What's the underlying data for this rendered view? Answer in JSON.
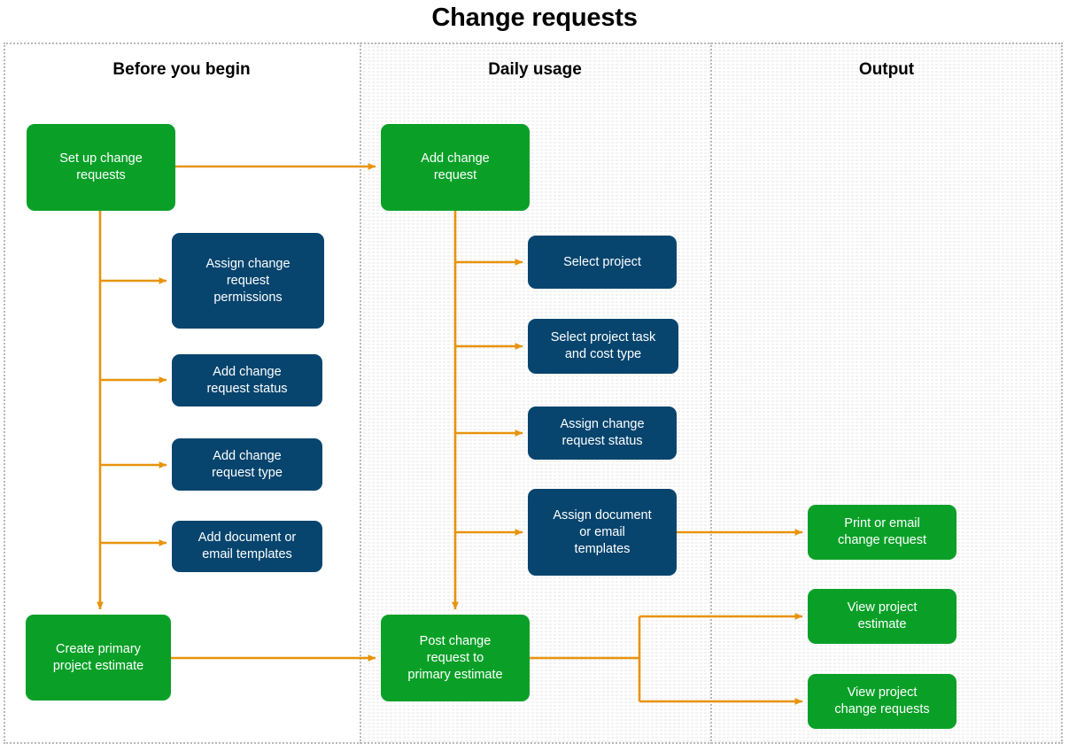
{
  "title": "Change requests",
  "colors": {
    "green": "#0AA028",
    "navy": "#07456E",
    "arrow": "#E8930C",
    "lane_divider": "#b9b9b9",
    "lane_shaded": "#f2f2f2",
    "title_text": "#000000",
    "node_text": "#ffffff"
  },
  "lanes": [
    {
      "id": "before",
      "label": "Before you begin",
      "shaded": false
    },
    {
      "id": "daily",
      "label": "Daily usage",
      "shaded": true
    },
    {
      "id": "output",
      "label": "Output",
      "shaded": true
    }
  ],
  "chart_data": {
    "type": "diagram",
    "title": "Change requests",
    "lanes": [
      "Before you begin",
      "Daily usage",
      "Output"
    ],
    "nodes": [
      {
        "id": "n1",
        "lane": "before",
        "kind": "green",
        "label": "Set up change\nrequests"
      },
      {
        "id": "n2",
        "lane": "before",
        "kind": "navy",
        "label": "Assign change\nrequest\npermissions"
      },
      {
        "id": "n3",
        "lane": "before",
        "kind": "navy",
        "label": "Add change\nrequest status"
      },
      {
        "id": "n4",
        "lane": "before",
        "kind": "navy",
        "label": "Add change\nrequest type"
      },
      {
        "id": "n5",
        "lane": "before",
        "kind": "navy",
        "label": "Add document or\nemail templates"
      },
      {
        "id": "n6",
        "lane": "before",
        "kind": "green",
        "label": "Create primary\nproject estimate"
      },
      {
        "id": "n7",
        "lane": "daily",
        "kind": "green",
        "label": "Add change\nrequest"
      },
      {
        "id": "n8",
        "lane": "daily",
        "kind": "navy",
        "label": "Select project"
      },
      {
        "id": "n9",
        "lane": "daily",
        "kind": "navy",
        "label": "Select project task\nand cost type"
      },
      {
        "id": "n10",
        "lane": "daily",
        "kind": "navy",
        "label": "Assign change\nrequest status"
      },
      {
        "id": "n11",
        "lane": "daily",
        "kind": "navy",
        "label": "Assign document\nor email\ntemplates"
      },
      {
        "id": "n12",
        "lane": "daily",
        "kind": "green",
        "label": "Post change\nrequest to\nprimary estimate"
      },
      {
        "id": "n13",
        "lane": "output",
        "kind": "green",
        "label": "Print or email\nchange request"
      },
      {
        "id": "n14",
        "lane": "output",
        "kind": "green",
        "label": "View project\nestimate"
      },
      {
        "id": "n15",
        "lane": "output",
        "kind": "green",
        "label": "View project\nchange requests"
      }
    ],
    "edges": [
      {
        "from": "n1",
        "to": "n7"
      },
      {
        "from": "n1",
        "to": "n2"
      },
      {
        "from": "n1",
        "to": "n3"
      },
      {
        "from": "n1",
        "to": "n4"
      },
      {
        "from": "n1",
        "to": "n5"
      },
      {
        "from": "n1",
        "to": "n6"
      },
      {
        "from": "n6",
        "to": "n12"
      },
      {
        "from": "n7",
        "to": "n8"
      },
      {
        "from": "n7",
        "to": "n9"
      },
      {
        "from": "n7",
        "to": "n10"
      },
      {
        "from": "n7",
        "to": "n11"
      },
      {
        "from": "n7",
        "to": "n12"
      },
      {
        "from": "n11",
        "to": "n13"
      },
      {
        "from": "n12",
        "to": "n14"
      },
      {
        "from": "n12",
        "to": "n15"
      }
    ]
  }
}
